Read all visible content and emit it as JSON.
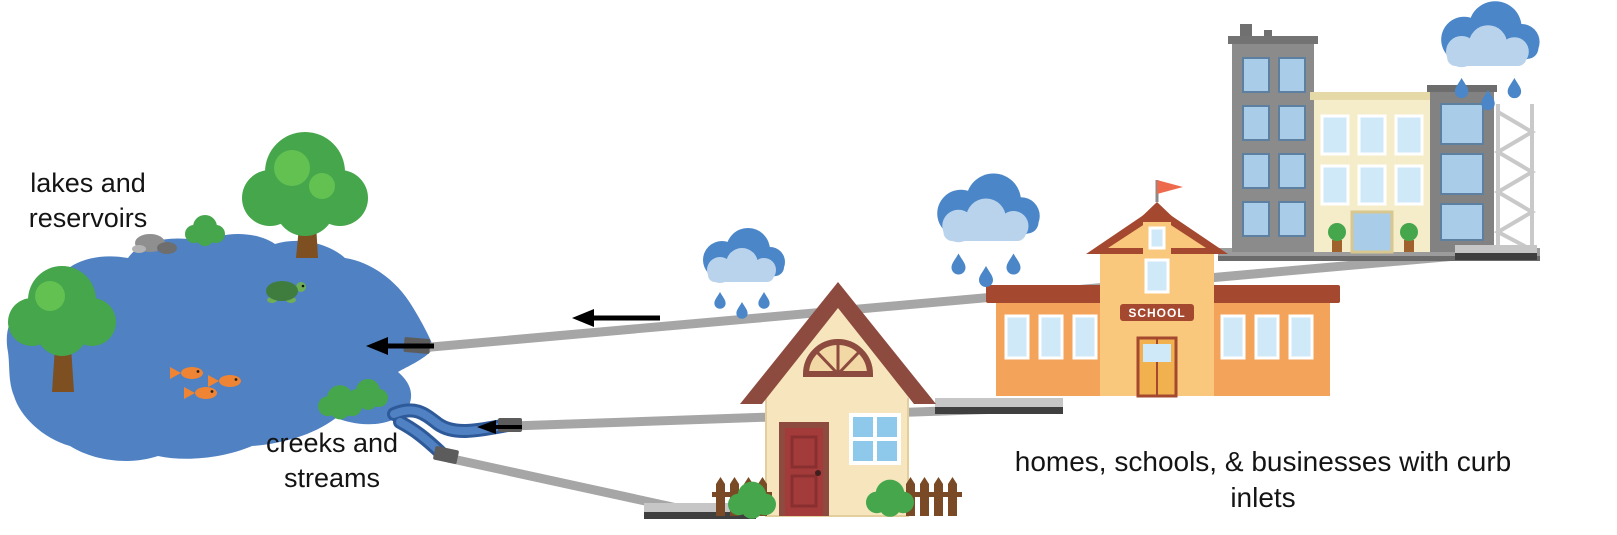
{
  "diagram": {
    "labels": {
      "lakes_reservoirs": "lakes and reservoirs",
      "creeks_streams": "creeks and streams",
      "homes_schools_businesses": "homes, schools, & businesses with curb inlets",
      "school_sign": "SCHOOL"
    },
    "colors": {
      "background": "#ffffff",
      "text": "#141414",
      "water": "#4f81c3",
      "water_edge": "#2f5a99",
      "pipe": "#a6a6a6",
      "pipe_end": "#5c5c5c",
      "arrow": "#000000",
      "cloud_dark": "#4a86c8",
      "cloud_light": "#b9d3ec",
      "tree_foliage": "#46a64b",
      "tree_trunk": "#7d4f21",
      "house_wall": "#f7e6bd",
      "house_roof": "#8d4a3e",
      "house_door": "#a33b3b",
      "school_wall": "#f4a35b",
      "school_tower": "#f9c87d",
      "school_roof": "#a4492f",
      "building_gray": "#8b8b8b",
      "building_cream": "#f5ecca",
      "window_blue": "#a9cce8",
      "window_light": "#cfe9f8",
      "fish_orange": "#ef8434",
      "flag_red": "#ee6a4d"
    }
  }
}
